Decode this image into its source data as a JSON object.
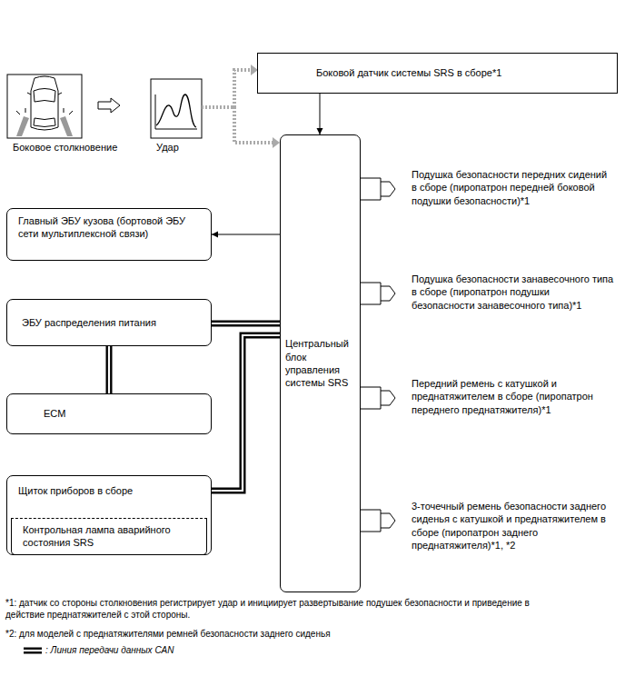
{
  "diagram": {
    "nodes": [
      {
        "text": [
          "Боковой датчик системы SRS в сборе*1"
        ]
      },
      {
        "text": [
          "Центральный блок управления системы SRS"
        ]
      },
      {
        "text": [
          "Главный ЭБУ кузова (бортовой ЭБУ сети мультиплексной связи)"
        ]
      },
      {
        "text": [
          "ЭБУ распределения питания"
        ]
      },
      {
        "text": [
          "ECM"
        ]
      },
      {
        "text": [
          "Щиток приборов в сборе"
        ]
      },
      {
        "text": [
          "Контрольная лампа аварийного состояния SRS"
        ],
        "in": 5
      },
      {
        "text": [
          "Подушка безопасности передних сидений в сборе (пиропатрон передней боковой подушки безопасности)*1"
        ]
      },
      {
        "text": [
          "Подушка безопасности занавесочного типа в сборе (пиропатрон подушки безопасности занавесочного типа)*1"
        ]
      },
      {
        "text": [
          "Передний ремень с катушкой и преднатяжителем в сборе (пиропатрон переднего преднатяжителя)*1"
        ]
      },
      {
        "text": [
          "3-точечный ремень безопасности заднего сиденья с катушкой и преднатяжителем в сборе (пиропатрон заднего преднатяжителя)*1, *2"
        ]
      }
    ],
    "edges": [
      {
        "from": 0,
        "to": 1,
        "arrow": "to"
      },
      {
        "from": 1,
        "to": 2,
        "arrow": "to"
      },
      {
        "from": 1,
        "to": 3,
        "arrow": "none"
      },
      {
        "from": 3,
        "to": 4,
        "arrow": "none"
      },
      {
        "from": 1,
        "to": 5,
        "arrow": "none"
      }
    ],
    "labels": [
      "Боковое столкновение",
      "Удар",
      "*1: датчик со стороны столкновения регистрирует удар и инициирует развертывание подушек безопасности и приведение в действие преднатяжителей с этой стороны.",
      "*2: для моделей с преднатяжителями ремней безопасности заднего сиденья"
    ],
    "legend": [
      {
        "text": ": Линия передачи данных CAN"
      }
    ]
  }
}
